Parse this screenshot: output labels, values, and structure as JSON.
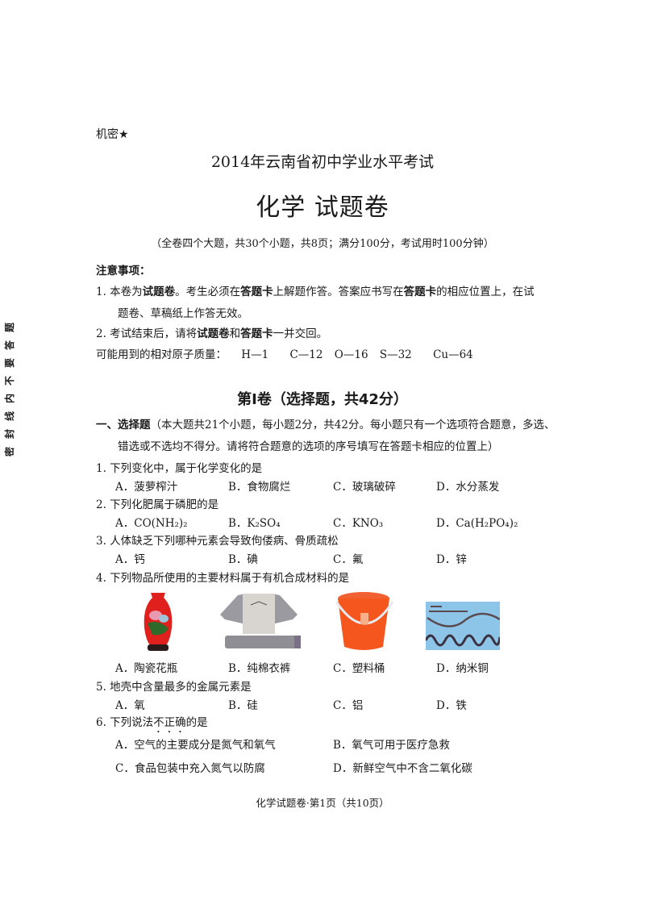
{
  "header": {
    "confidential": "机密★",
    "exam_title": "2014年云南省初中学业水平考试",
    "subject_title": "化学 试题卷",
    "summary": "（全卷四个大题，共30个小题，共8页；满分100分，考试用时100分钟）"
  },
  "side_margin": [
    "密",
    "封",
    "线",
    "内",
    "不",
    "要",
    "答",
    "题"
  ],
  "notes": {
    "heading": "注意事项：",
    "item1_prefix": "1. 本卷为",
    "item1_b1": "试题卷",
    "item1_mid1": "。考生必须在",
    "item1_b2": "答题卡",
    "item1_mid2": "上解题作答。答案应书写在",
    "item1_b3": "答题卡",
    "item1_end": "的相应位置上，在试",
    "item1_cont": "题卷、草稿纸上作答无效。",
    "item2_prefix": "2. 考试结束后，请将",
    "item2_b1": "试题卷",
    "item2_mid": "和",
    "item2_b2": "答题卡",
    "item2_end": "一并交回。",
    "atomic_label": "可能用到的相对原子质量：",
    "atomic_masses": [
      "H—1",
      "C—12",
      "O—16",
      "S—32",
      "Cu—64"
    ]
  },
  "part1": {
    "title": "第Ⅰ卷（选择题，共42分）",
    "section_label": "一、选择题",
    "section_desc": "（本大题共21个小题，每小题2分，共42分。每小题只有一个选项符合题意，多选、",
    "section_desc2": "错选或不选均不得分。请将符合题意的选项的序号填写在答题卡相应的位置上）"
  },
  "questions": [
    {
      "stem": "1. 下列变化中，属于化学变化的是",
      "options": [
        "A．菠萝榨汁",
        "B．食物腐烂",
        "C．玻璃破碎",
        "D．水分蒸发"
      ]
    },
    {
      "stem": "2. 下列化肥属于磷肥的是",
      "options": [
        "A．CO(NH₂)₂",
        "B．K₂SO₄",
        "C．KNO₃",
        "D．Ca(H₂PO₄)₂"
      ]
    },
    {
      "stem": "3. 人体缺乏下列哪种元素会导致佝偻病、骨质疏松",
      "options": [
        "A．钙",
        "B．碘",
        "C．氟",
        "D．锌"
      ]
    },
    {
      "stem": "4. 下列物品所使用的主要材料属于有机合成材料的是",
      "options": [
        "A．陶瓷花瓶",
        "B．纯棉衣裤",
        "C．塑料桶",
        "D．纳米铜"
      ],
      "images": [
        "red-porcelain-vase",
        "cotton-pajamas",
        "orange-plastic-bucket",
        "nano-copper-wires"
      ]
    },
    {
      "stem": "5. 地壳中含量最多的金属元素是",
      "options": [
        "A．氧",
        "B．硅",
        "C．铝",
        "D．铁"
      ]
    },
    {
      "stem_prefix": "6. 下列说法",
      "stem_emph": "不正确",
      "stem_suffix": "的是",
      "options": [
        "A．空气的主要成分是氮气和氧气",
        "B．氧气可用于医疗急救",
        "C．食品包装中充入氮气以防腐",
        "D．新鲜空气中不含二氧化碳"
      ]
    }
  ],
  "footer": "化学试题卷·第1页（共10页）"
}
